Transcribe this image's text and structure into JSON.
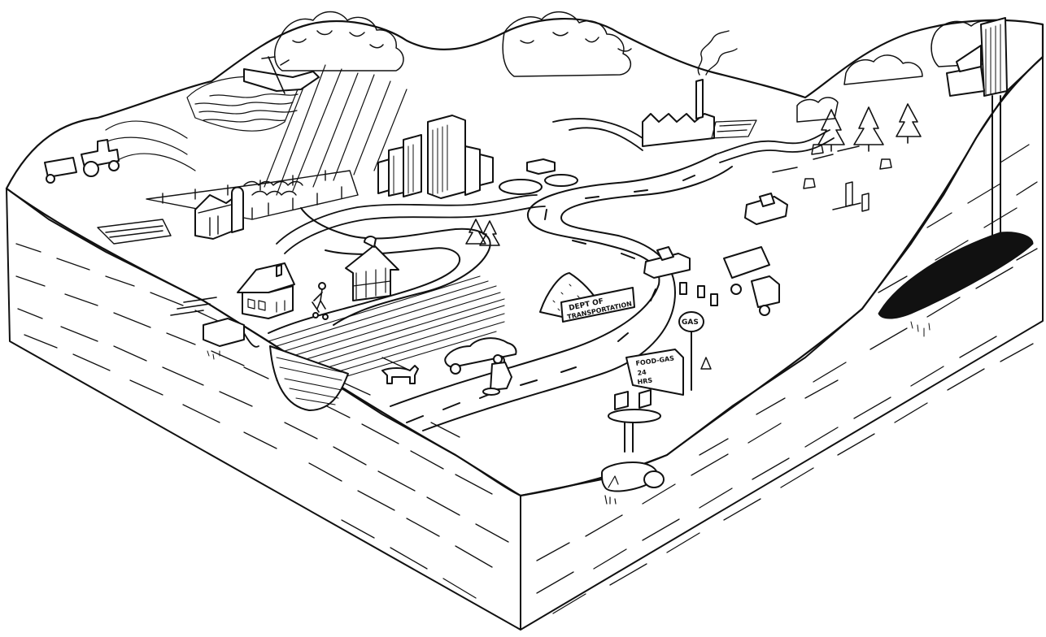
{
  "signs": {
    "dot_line1": "DEPT OF",
    "dot_line2": "TRANSPORTATION",
    "gas": "GAS",
    "store_line1": "FOOD-GAS",
    "store_line2": "24",
    "store_line3": "HRS"
  },
  "palette": {
    "ink": "#111111",
    "paper": "#ffffff"
  }
}
